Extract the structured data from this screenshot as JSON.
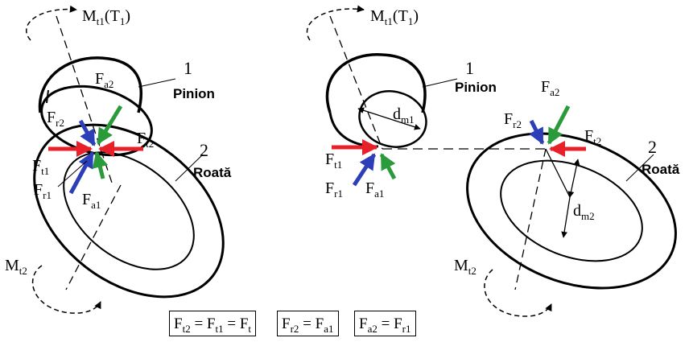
{
  "labels": {
    "mt1": "M",
    "mt1_sub": "t1",
    "mt1_paren_open": "(T",
    "mt1_paren_sub": "1",
    "mt1_paren_close": ")",
    "mt2": "M",
    "mt2_sub": "t2",
    "num1": "1",
    "num2": "2",
    "pinion": "Pinion",
    "roata": "Roată",
    "F": "F",
    "d": "d",
    "fa2_sub": "a2",
    "fr2_sub": "r2",
    "ft2_sub": "t2",
    "ft1_sub": "t1",
    "fr1_sub": "r1",
    "fa1_sub": "a1",
    "dm1_sub": "m1",
    "dm2_sub": "m2"
  },
  "equations": [
    {
      "lhs": "F",
      "lhs_sub": "t2",
      "mid": " = F",
      "mid_sub": "t1",
      "rhs": " = F",
      "rhs_sub": "t"
    },
    {
      "lhs": "F",
      "lhs_sub": "r2",
      "mid": " = F",
      "mid_sub": "a1",
      "rhs": "",
      "rhs_sub": ""
    },
    {
      "lhs": "F",
      "lhs_sub": "a2",
      "mid": " = F",
      "mid_sub": "r1",
      "rhs": "",
      "rhs_sub": ""
    }
  ],
  "colors": {
    "tangential_force": "#e8202a",
    "radial_force": "#2d3fb8",
    "axial_force": "#2a9a3a"
  }
}
